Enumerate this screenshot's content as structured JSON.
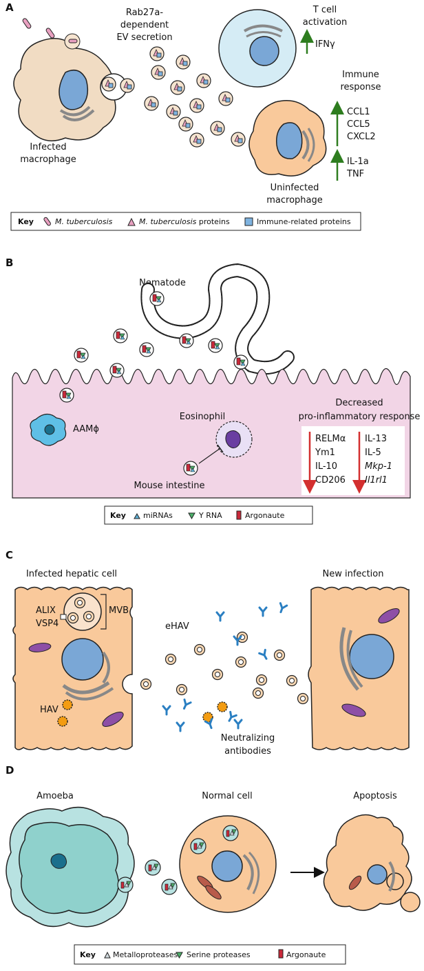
{
  "panelA": {
    "letter": "A",
    "ev_line1": "Rab27a-",
    "ev_line2": "dependent",
    "ev_line3": "EV secretion",
    "tcell_line1": "T cell",
    "tcell_line2": "activation",
    "ifng": "IFNγ",
    "immune_line1": "Immune",
    "immune_line2": "response",
    "ccl1": "CCL1",
    "ccl5": "CCL5",
    "cxcl2": "CXCL2",
    "il1a": "IL-1a",
    "tnf": "TNF",
    "infected_line1": "Infected",
    "infected_line2": "macrophage",
    "uninfected_line1": "Uninfected",
    "uninfected_line2": "macrophage",
    "key_title": "Key",
    "key_mtb": "M. tuberculosis",
    "key_mtb_prot_italic": "M. tuberculosis",
    "key_mtb_prot_rest": " proteins",
    "key_immune": "Immune-related proteins"
  },
  "panelB": {
    "letter": "B",
    "nematode": "Nematode",
    "aam": "AAMϕ",
    "eosinophil": "Eosinophil",
    "decreased_line1": "Decreased",
    "decreased_line2": "pro-inflammatory response",
    "col1": [
      "RELMα",
      "Ym1",
      "IL-10",
      "CD206"
    ],
    "col2a": "IL-13",
    "col2b": "IL-5",
    "col2c": "Mkp-1",
    "col2d": "Il1rl1",
    "mouse_intestine": "Mouse intestine",
    "key_title": "Key",
    "key_mirna": "miRNAs",
    "key_yrna": "Y RNA",
    "key_argonaute": "Argonaute"
  },
  "panelC": {
    "letter": "C",
    "infected_hepatic": "Infected hepatic cell",
    "new_infection": "New infection",
    "alix": "ALIX",
    "vsp4": "VSP4",
    "mvb": "MVB",
    "ehav": "eHAV",
    "hav": "HAV",
    "neutralizing_line1": "Neutralizing",
    "neutralizing_line2": "antibodies"
  },
  "panelD": {
    "letter": "D",
    "amoeba": "Amoeba",
    "normal_cell": "Normal cell",
    "apoptosis": "Apoptosis",
    "key_title": "Key",
    "key_metallo": "Metalloproteases",
    "key_serine": "Serine proteases",
    "key_argonaute": "Argonaute"
  },
  "colors": {
    "infected_macrophage": "#f1dcc3",
    "tcell": "#d5ecf5",
    "macrophage_orange": "#f9c99b",
    "nucleus_blue": "#7aa7d6",
    "intestine_pink": "#f2d5e6",
    "hepatic_orange": "#f9c99b",
    "amoeba_outer": "#b8e2e1",
    "amoeba_inner": "#8fd1cc",
    "arrow_green": "#2e7d1f",
    "arrow_red": "#d32f2f",
    "antibody_blue": "#2a7fc2",
    "mito_purple": "#8e4fa6",
    "argonaute_red": "#c92a3a",
    "mtb_pink": "#e8a0c0"
  }
}
